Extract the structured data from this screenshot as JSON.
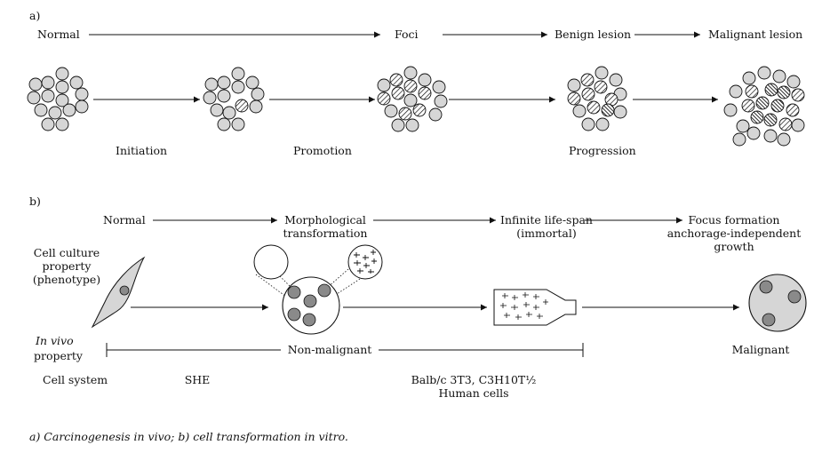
{
  "panel_a": {
    "tag": "a)",
    "stages": [
      "Normal",
      "Foci",
      "Benign lesion",
      "Malignant lesion"
    ],
    "steps": [
      "Initiation",
      "Promotion",
      "Progression"
    ]
  },
  "panel_b": {
    "tag": "b)",
    "stages": [
      [
        "Normal"
      ],
      [
        "Morphological",
        "transformation"
      ],
      [
        "Infinite life-span",
        "(immortal)"
      ],
      [
        "Focus formation",
        "anchorage-independent",
        "growth"
      ]
    ],
    "row_labels": {
      "culture": [
        "Cell culture",
        "property",
        "(phenotype)"
      ],
      "in_vivo": [
        "In vivo",
        "property"
      ],
      "cell_system": "Cell system"
    },
    "range_label": "Non-malignant",
    "malignant": "Malignant",
    "systems": {
      "she": "SHE",
      "balb": [
        "Balb/c 3T3, C3H10T½",
        "Human cells"
      ]
    }
  },
  "caption": "a) Carcinogenesis in vivo; b) cell transformation in vitro.",
  "colors": {
    "ink": "#111111",
    "cell_fill": "#d6d6d6",
    "nucleus_fill": "#8a8a8a",
    "background": "#ffffff"
  }
}
